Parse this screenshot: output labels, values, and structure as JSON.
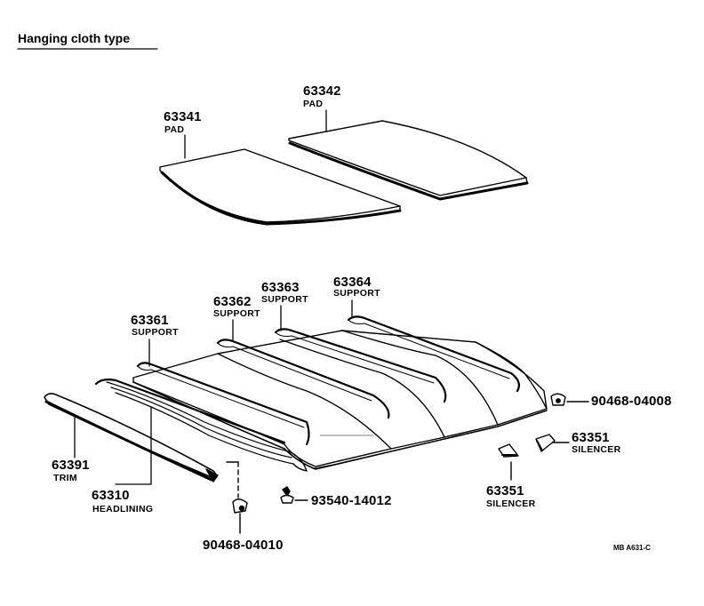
{
  "title": "Hanging cloth type",
  "diagram_ref": "MB A631-C",
  "parts": {
    "pad_left": {
      "number": "63341",
      "name": "PAD"
    },
    "pad_right": {
      "number": "63342",
      "name": "PAD"
    },
    "support_1": {
      "number": "63361",
      "name": "SUPPORT"
    },
    "support_2": {
      "number": "63362",
      "name": "SUPPORT"
    },
    "support_3": {
      "number": "63363",
      "name": "SUPPORT"
    },
    "support_4": {
      "number": "63364",
      "name": "SUPPORT"
    },
    "trim": {
      "number": "63391",
      "name": "TRIM"
    },
    "headlining": {
      "number": "63310",
      "name": "HEADLINING"
    },
    "clip_front": {
      "number": "90468-04010"
    },
    "screw": {
      "number": "93540-14012"
    },
    "clip_rear": {
      "number": "90468-04008"
    },
    "silencer_left": {
      "number": "63351",
      "name": "SILENCER"
    },
    "silencer_right": {
      "number": "63351",
      "name": "SILENCER"
    }
  }
}
